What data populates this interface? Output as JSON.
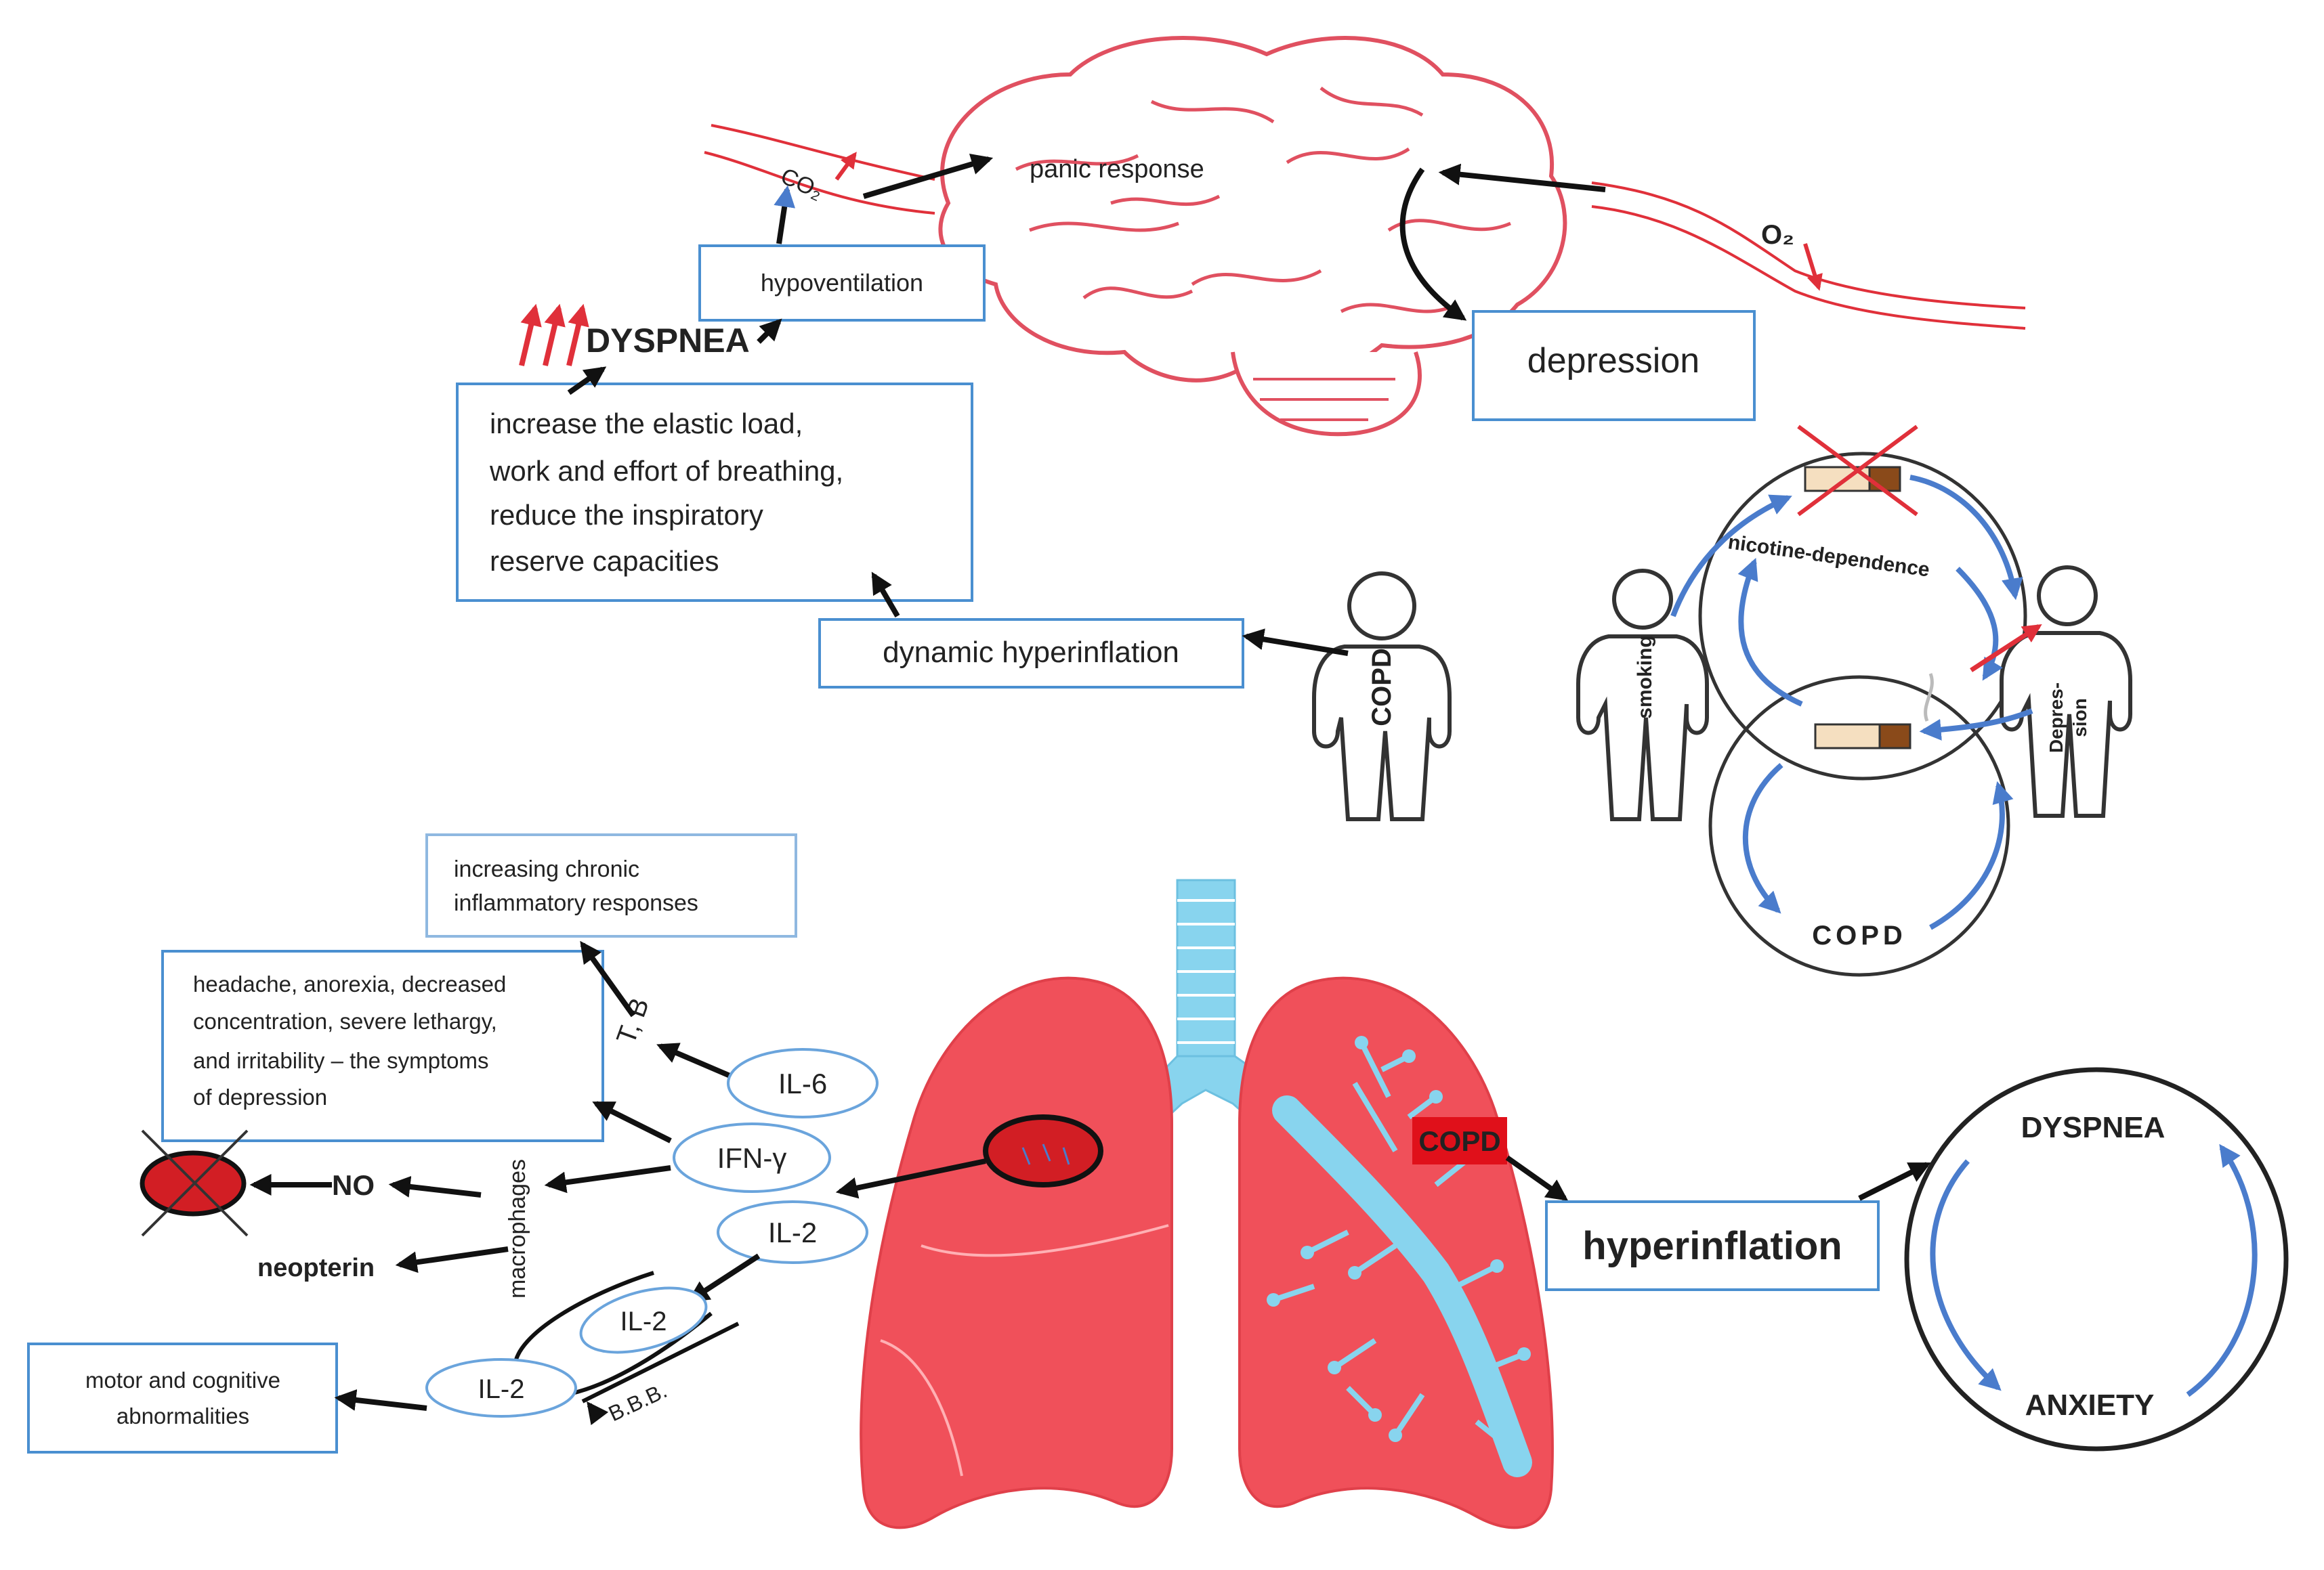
{
  "brain": {
    "co2": "CO₂",
    "o2": "O₂",
    "panic": "panic response",
    "hypoventilation": "hypoventilation",
    "depression": "depression"
  },
  "dyspnea_top": "DYSPNEA",
  "elastic": {
    "line1": "increase the elastic load,",
    "line2": "work and effort of breathing,",
    "line3": "reduce the inspiratory",
    "line4": "reserve capacities"
  },
  "dynamic_hyperinflation": "dynamic hyperinflation",
  "copd_person": "COPD",
  "cycle": {
    "nicotine": "nicotine-dependence",
    "smoking": "smoking",
    "depres1": "Depres-",
    "depres2": "sion",
    "copd": "COPD"
  },
  "inflammation": {
    "chronic1": "increasing chronic",
    "chronic2": "inflammatory responses",
    "sym1": "headache, anorexia, decreased",
    "sym2": "concentration, severe lethargy,",
    "sym3": "and irritability – the symptoms",
    "sym4": "of depression",
    "tb": "T, B",
    "il6": "IL-6",
    "ifn": "IFN-γ",
    "il2a": "IL-2",
    "il2b": "IL-2",
    "il2c": "IL-2",
    "no": "NO",
    "neopterin": "neopterin",
    "macrophages": "macrophages",
    "bbb": "B.B.B.",
    "motor1": "motor and cognitive",
    "motor2": "abnormalities"
  },
  "lungs": {
    "copd_tag": "COPD",
    "hyperinflation": "hyperinflation"
  },
  "loop": {
    "dyspnea": "DYSPNEA",
    "anxiety": "ANXIETY"
  }
}
